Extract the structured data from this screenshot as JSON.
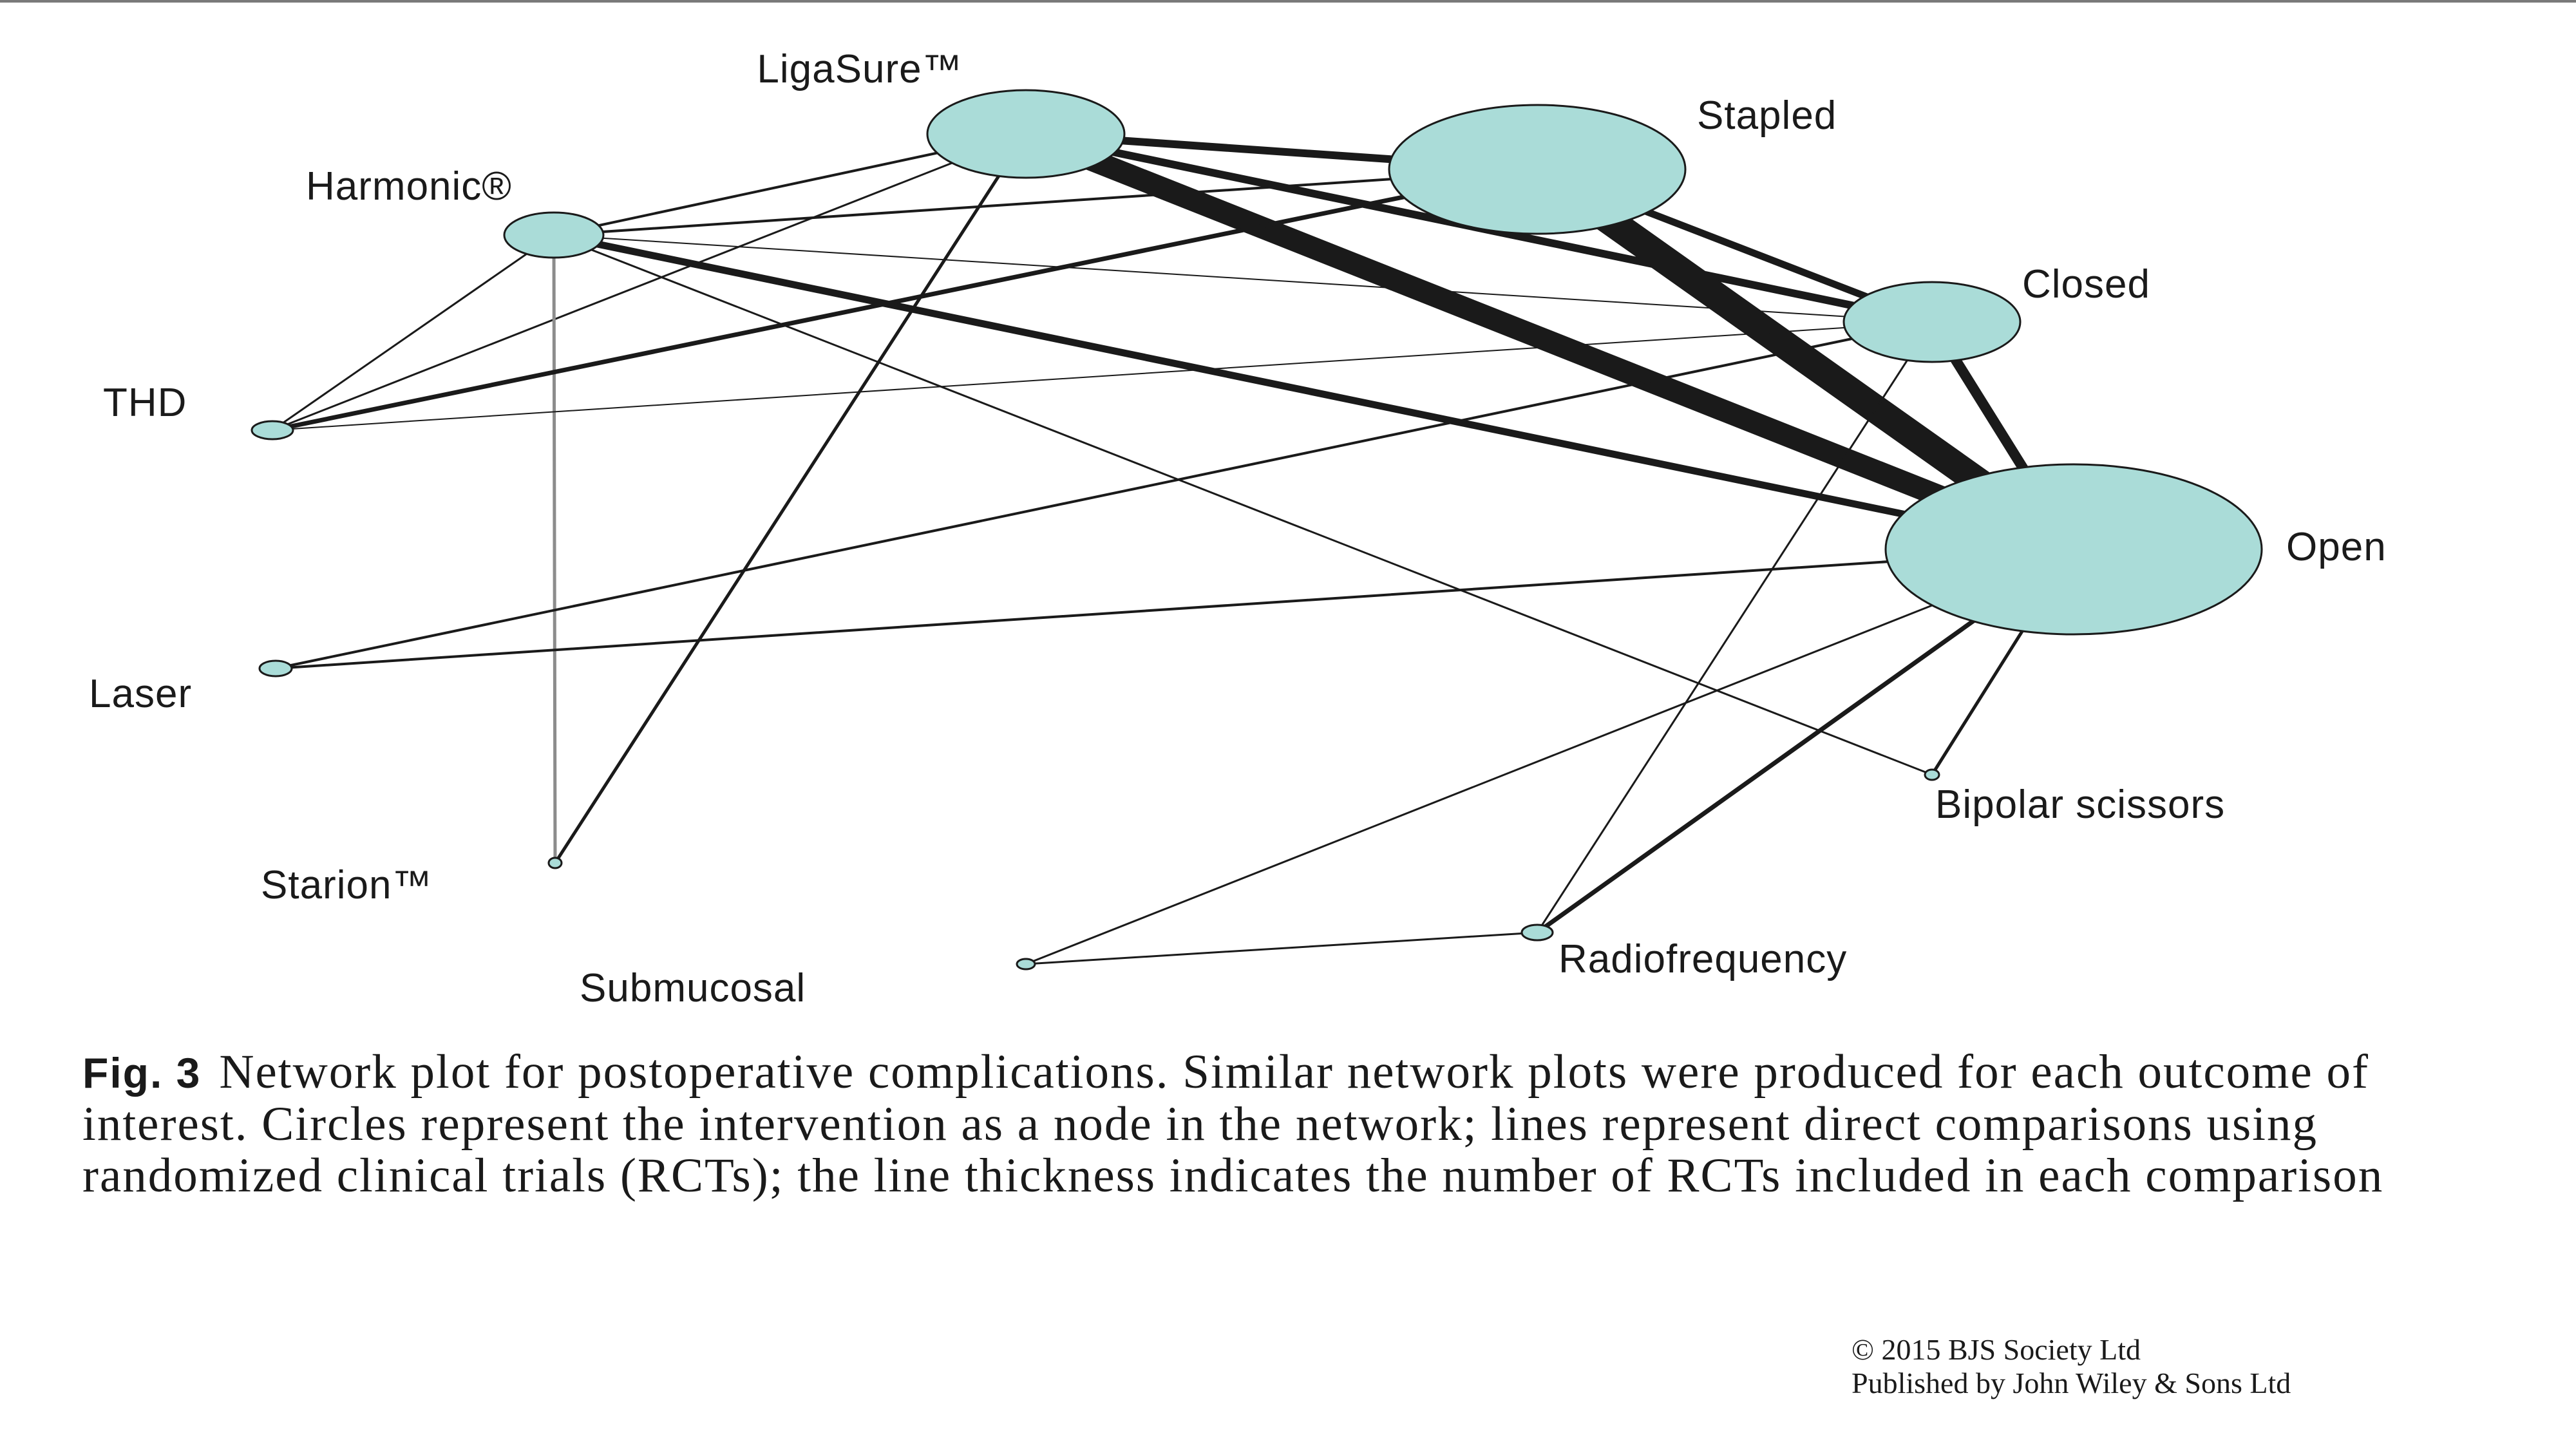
{
  "network": {
    "nodes": [
      {
        "id": "ligasure",
        "label": "LigaSure™"
      },
      {
        "id": "harmonic",
        "label": "Harmonic®"
      },
      {
        "id": "stapled",
        "label": "Stapled"
      },
      {
        "id": "closed",
        "label": "Closed"
      },
      {
        "id": "thd",
        "label": "THD"
      },
      {
        "id": "open",
        "label": "Open"
      },
      {
        "id": "laser",
        "label": "Laser"
      },
      {
        "id": "bipolar",
        "label": "Bipolar scissors"
      },
      {
        "id": "starion",
        "label": "Starion™"
      },
      {
        "id": "radiofrequency",
        "label": "Radiofrequency"
      },
      {
        "id": "submucosal",
        "label": "Submucosal"
      }
    ],
    "node_fill": "#aadcd8",
    "edge_color": "#1a1a1a"
  },
  "caption": {
    "fig_label": "Fig. 3",
    "text": "Network plot for postoperative complications. Similar network plots were produced for each outcome of interest. Circles represent the intervention as a node in the network; lines represent direct comparisons using randomized clinical trials (RCTs); the line thickness indicates the number of RCTs included in each comparison"
  },
  "copyright": {
    "line1": "© 2015 BJS Society Ltd",
    "line2": "Published by John Wiley & Sons Ltd"
  }
}
